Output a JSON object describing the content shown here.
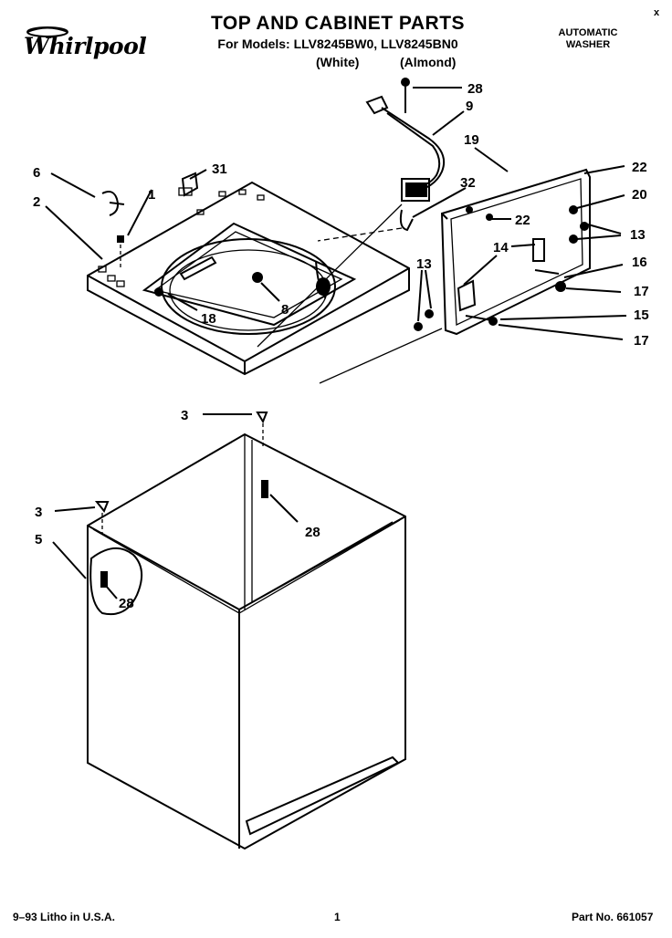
{
  "header": {
    "brand": "Whirlpool",
    "title": "TOP AND CABINET PARTS",
    "subtitle": "For Models: LLV8245BW0, LLV8245BN0",
    "variant_white": "(White)",
    "variant_almond": "(Almond)",
    "product_line1": "AUTOMATIC",
    "product_line2": "WASHER",
    "corner_mark": "x"
  },
  "callouts": {
    "c28_top": "28",
    "c9": "9",
    "c19": "19",
    "c22_top": "22",
    "c6": "6",
    "c31": "31",
    "c20": "20",
    "c32": "32",
    "c1": "1",
    "c2": "2",
    "c22_mid": "22",
    "c13_right": "13",
    "c14": "14",
    "c16": "16",
    "c13_left": "13",
    "c17_top": "17",
    "c15": "15",
    "c17_bottom": "17",
    "c8": "8",
    "c18": "18",
    "c3_top": "3",
    "c28_mid": "28",
    "c3_left": "3",
    "c5": "5",
    "c28_left": "28"
  },
  "footer": {
    "litho": "9–93 Litho in U.S.A.",
    "page": "1",
    "part_no": "Part No. 661057"
  }
}
